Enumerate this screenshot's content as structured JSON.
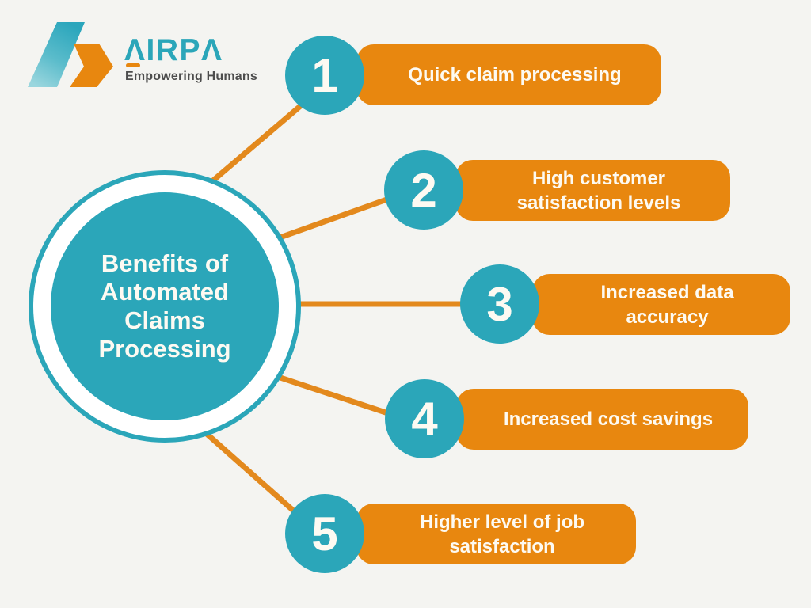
{
  "colors": {
    "background": "#F4F4F1",
    "teal": "#2BA6B9",
    "orange": "#E8870F",
    "connector_orange": "#E3891D",
    "label_text": "#FDFAF2",
    "tagline_gray": "#4D4D4D",
    "logo_teal_light": "#8FD0DA"
  },
  "logo": {
    "brand": "AIRPA",
    "brand_display": "ΛIRPΛ",
    "tagline": "Empowering Humans"
  },
  "center": {
    "title": "Benefits of Automated Claims Processing",
    "title_lines": [
      "Benefits of",
      "Automated",
      "Claims",
      "Processing"
    ]
  },
  "items": [
    {
      "number": "1",
      "label": "Quick claim processing"
    },
    {
      "number": "2",
      "label": "High customer satisfaction levels"
    },
    {
      "number": "3",
      "label": "Increased data accuracy"
    },
    {
      "number": "4",
      "label": "Increased cost savings"
    },
    {
      "number": "5",
      "label": "Higher level of job satisfaction"
    }
  ]
}
